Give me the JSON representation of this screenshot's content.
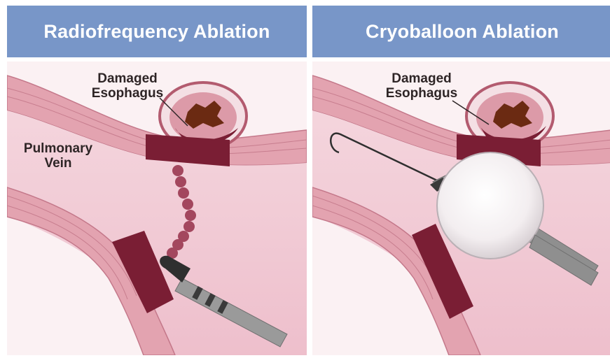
{
  "panels": [
    {
      "title": "Radiofrequency Ablation",
      "labels": {
        "damaged_esophagus_line1": "Damaged",
        "damaged_esophagus_line2": "Esophagus",
        "pulmonary_vein_line1": "Pulmonary",
        "pulmonary_vein_line2": "Vein"
      }
    },
    {
      "title": "Cryoballoon Ablation",
      "labels": {
        "damaged_esophagus_line1": "Damaged",
        "damaged_esophagus_line2": "Esophagus"
      }
    }
  ],
  "colors": {
    "header": "#7896c8",
    "vein_wall": "#e2a2ae",
    "vein_interior": "#f3d3dc",
    "tissue_outer": "#f7e6ea",
    "lesion": "#7a1e34",
    "esophagus_ring": "#c76f82",
    "esophagus_lumen": "#6b2a12",
    "catheter": "#8a8a8a",
    "balloon": "#f2eef0"
  }
}
